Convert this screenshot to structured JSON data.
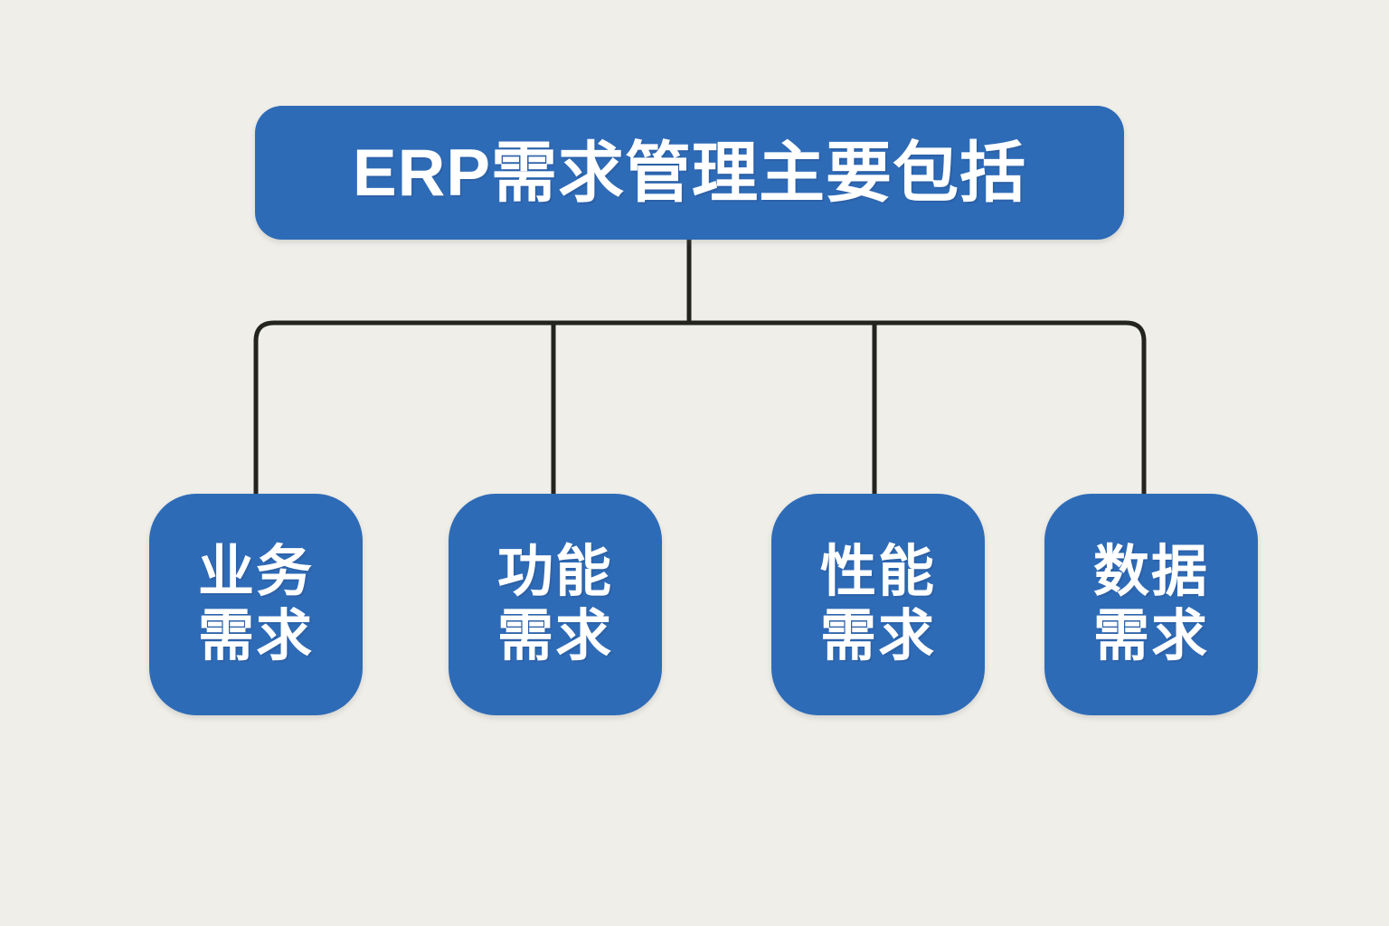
{
  "diagram": {
    "title": "ERP需求管理主要包括",
    "background_color": "#efeee9",
    "node_color": "#2e6bb7",
    "node_text_color": "#ffffff",
    "connector_color": "#23241f",
    "root": {
      "label": "ERP需求管理主要包括"
    },
    "children": [
      {
        "line1": "业务",
        "line2": "需求",
        "label": "业务需求"
      },
      {
        "line1": "功能",
        "line2": "需求",
        "label": "功能需求"
      },
      {
        "line1": "性能",
        "line2": "需求",
        "label": "性能需求"
      },
      {
        "line1": "数据",
        "line2": "需求",
        "label": "数据需求"
      }
    ]
  }
}
